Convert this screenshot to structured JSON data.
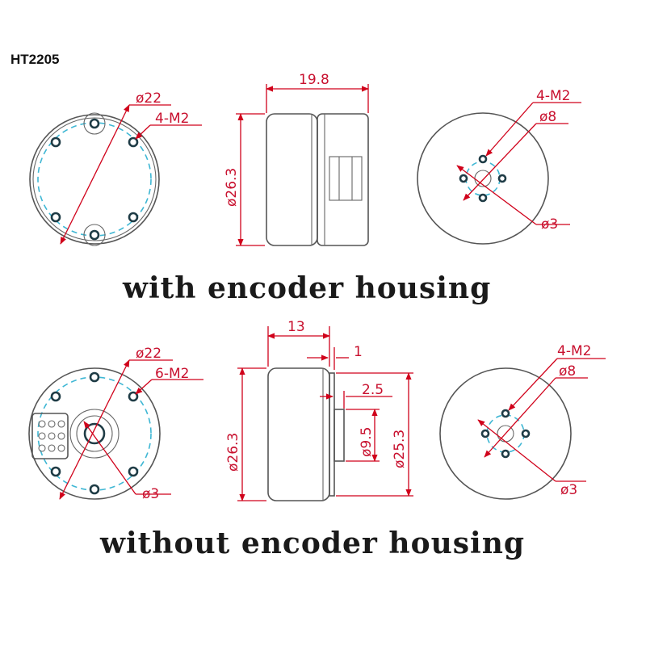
{
  "title": "HT2205",
  "sections": {
    "with_encoder": {
      "caption": "with encoder housing",
      "front": {
        "outer_dia": "ø22",
        "holes": "4-M2"
      },
      "side": {
        "length": "19.8",
        "height": "ø26.3"
      },
      "back": {
        "holes": "4-M2",
        "circle_dia": "ø8",
        "shaft_dia": "ø3"
      }
    },
    "without_encoder": {
      "caption": "without encoder housing",
      "front": {
        "outer_dia": "ø22",
        "holes": "6-M2",
        "shaft_dia": "ø3"
      },
      "side": {
        "length": "13",
        "step": "1",
        "boss": "2.5",
        "boss_dia": "ø9.5",
        "inner_dia": "ø25.3",
        "height": "ø26.3"
      },
      "back": {
        "holes": "4-M2",
        "circle_dia": "ø8",
        "shaft_dia": "ø3"
      }
    }
  },
  "colors": {
    "dimension": "#d0021b",
    "outline": "#555555",
    "pitch_circle": "#3fb7d4",
    "hole": "#1f3c46"
  }
}
